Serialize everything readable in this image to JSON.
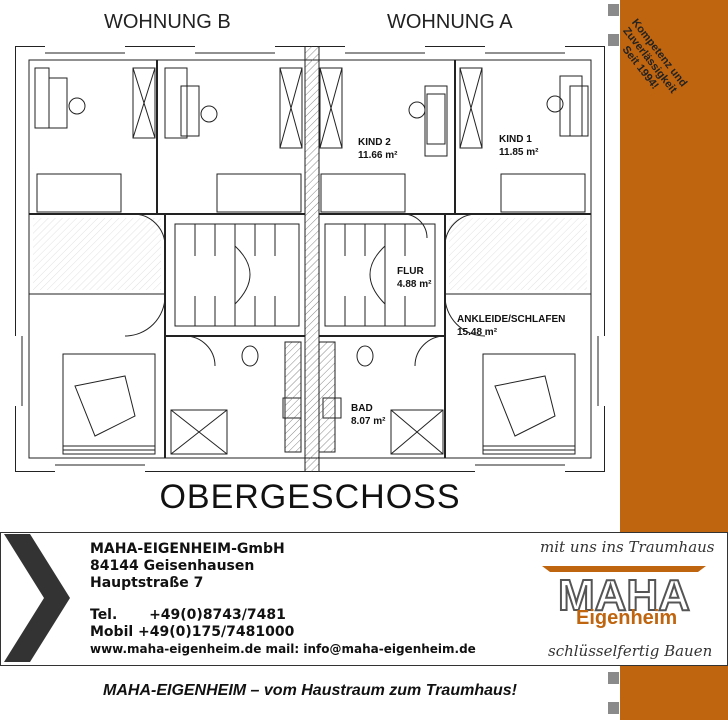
{
  "header": {
    "unit_b": "WOHNUNG B",
    "unit_a": "WOHNUNG A"
  },
  "stamp": {
    "line1": "Kompetenz und",
    "line2": "Zuverlässigkeit",
    "line3": "Seit 1994!"
  },
  "rooms": {
    "kind2_name": "KIND 2",
    "kind2_area": "11.66 m²",
    "kind1_name": "KIND 1",
    "kind1_area": "11.85 m²",
    "flur_name": "FLUR",
    "flur_area": "4.88 m²",
    "ankleide_name": "ANKLEIDE/SCHLAFEN",
    "ankleide_area": "15.48 m²",
    "bad_name": "BAD",
    "bad_area": "8.07 m²"
  },
  "floor_title": "OBERGESCHOSS",
  "company": {
    "name": "MAHA-EIGENHEIM-GmbH",
    "city": "84144 Geisenhausen",
    "street": "Hauptstraße 7",
    "tel_label": "Tel.",
    "tel": "+49(0)8743/7481",
    "mobil_label": "Mobil",
    "mobil": "+49(0)175/7481000",
    "web_line": "www.maha-eigenheim.de mail: info@maha-eigenheim.de"
  },
  "brand": {
    "tagline": "mit uns ins Traumhaus",
    "logo_text": "MAHA",
    "logo_sub": "Eigenheim",
    "claim": "schlüsselfertig Bauen"
  },
  "slogan": "MAHA-EIGENHEIM – vom Haustraum zum Traumhaus!",
  "colors": {
    "accent": "#c0650f",
    "marker": "#8a8a8a"
  }
}
